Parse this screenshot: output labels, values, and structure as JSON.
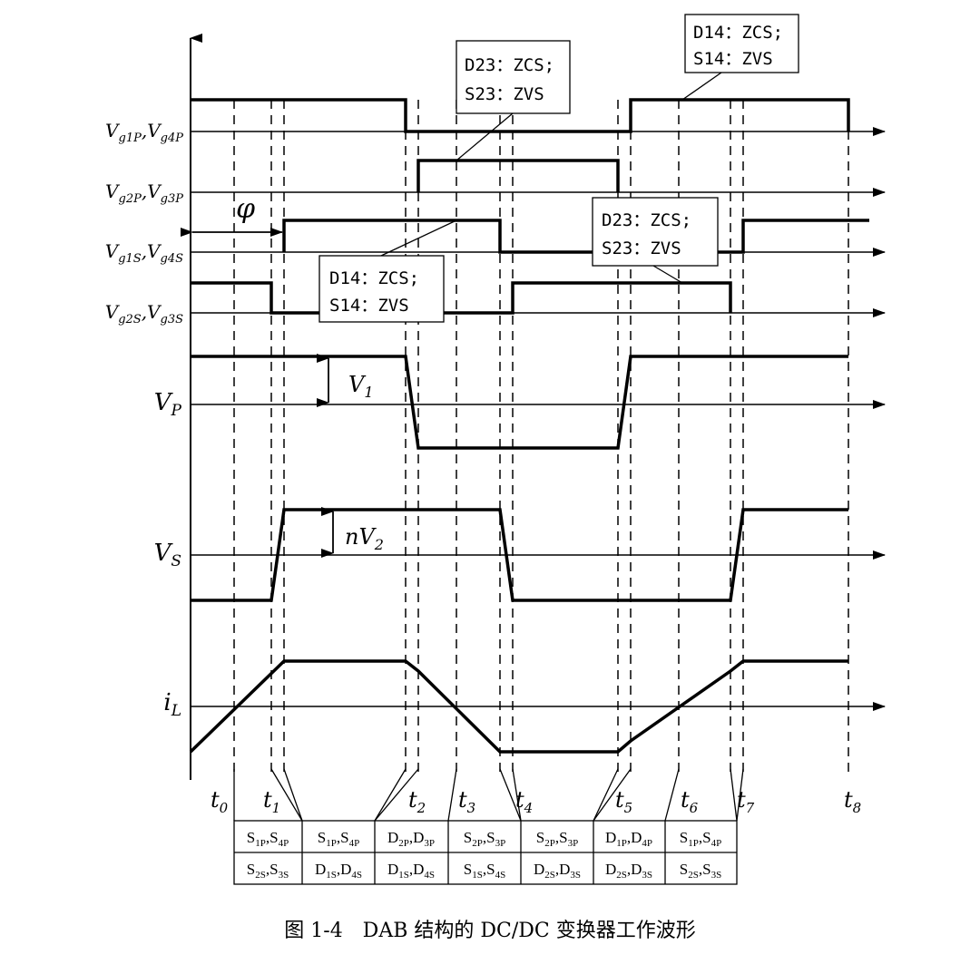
{
  "signals": [
    {
      "id": "g14p",
      "label": [
        "V",
        "g1P",
        ",V",
        "g4P"
      ]
    },
    {
      "id": "g23p",
      "label": [
        "V",
        "g2P",
        ",V",
        "g3P"
      ]
    },
    {
      "id": "g14s",
      "label": [
        "V",
        "g1S",
        ",V",
        "g4S"
      ]
    },
    {
      "id": "g23s",
      "label": [
        "V",
        "g2S",
        ",V",
        "g3S"
      ]
    },
    {
      "id": "vp",
      "label": [
        "V",
        "P",
        "",
        ""
      ]
    },
    {
      "id": "vs",
      "label": [
        "V",
        "S",
        "",
        ""
      ]
    },
    {
      "id": "il",
      "label": [
        "i",
        "L",
        "",
        ""
      ]
    }
  ],
  "phase_label": "φ",
  "amplitude_labels": {
    "v1": {
      "main": "V",
      "sub": "1"
    },
    "nv2": {
      "main": "nV",
      "sub": "2"
    }
  },
  "time_labels": [
    {
      "main": "t",
      "sub": "0"
    },
    {
      "main": "t",
      "sub": "1"
    },
    {
      "main": "t",
      "sub": "2"
    },
    {
      "main": "t",
      "sub": "3"
    },
    {
      "main": "t",
      "sub": "4"
    },
    {
      "main": "t",
      "sub": "5"
    },
    {
      "main": "t",
      "sub": "6"
    },
    {
      "main": "t",
      "sub": "7"
    },
    {
      "main": "t",
      "sub": "8"
    }
  ],
  "annotations": [
    {
      "line1": "D23：ZCS;",
      "line2": "S23：ZVS"
    },
    {
      "line1": "D14：ZCS;",
      "line2": "S14：ZVS"
    },
    {
      "line1": "D14：ZCS;",
      "line2": "S14：ZVS"
    },
    {
      "line1": "D23：ZCS;",
      "line2": "S23：ZVS"
    }
  ],
  "conduction_table": {
    "top": [
      [
        [
          "S",
          "1P"
        ],
        [
          ",S",
          "4P"
        ]
      ],
      [
        [
          "S",
          "1P"
        ],
        [
          ",S",
          "4P"
        ]
      ],
      [
        [
          "D",
          "2P"
        ],
        [
          ",D",
          "3P"
        ]
      ],
      [
        [
          "S",
          "2P"
        ],
        [
          ",S",
          "3P"
        ]
      ],
      [
        [
          "S",
          "2P"
        ],
        [
          ",S",
          "3P"
        ]
      ],
      [
        [
          "D",
          "1P"
        ],
        [
          ",D",
          "4P"
        ]
      ],
      [
        [
          "S",
          "1P"
        ],
        [
          ",S",
          "4P"
        ]
      ]
    ],
    "bottom": [
      [
        [
          "S",
          "2S"
        ],
        [
          ",S",
          "3S"
        ]
      ],
      [
        [
          "D",
          "1S"
        ],
        [
          ",D",
          "4S"
        ]
      ],
      [
        [
          "D",
          "1S"
        ],
        [
          ",D",
          "4S"
        ]
      ],
      [
        [
          "S",
          "1S"
        ],
        [
          ",S",
          "4S"
        ]
      ],
      [
        [
          "D",
          "2S"
        ],
        [
          ",D",
          "3S"
        ]
      ],
      [
        [
          "D",
          "2S"
        ],
        [
          ",D",
          "3S"
        ]
      ],
      [
        [
          "S",
          "2S"
        ],
        [
          ",S",
          "3S"
        ]
      ]
    ]
  },
  "caption": "图 1-4　DAB 结构的 DC/DC 变换器工作波形"
}
